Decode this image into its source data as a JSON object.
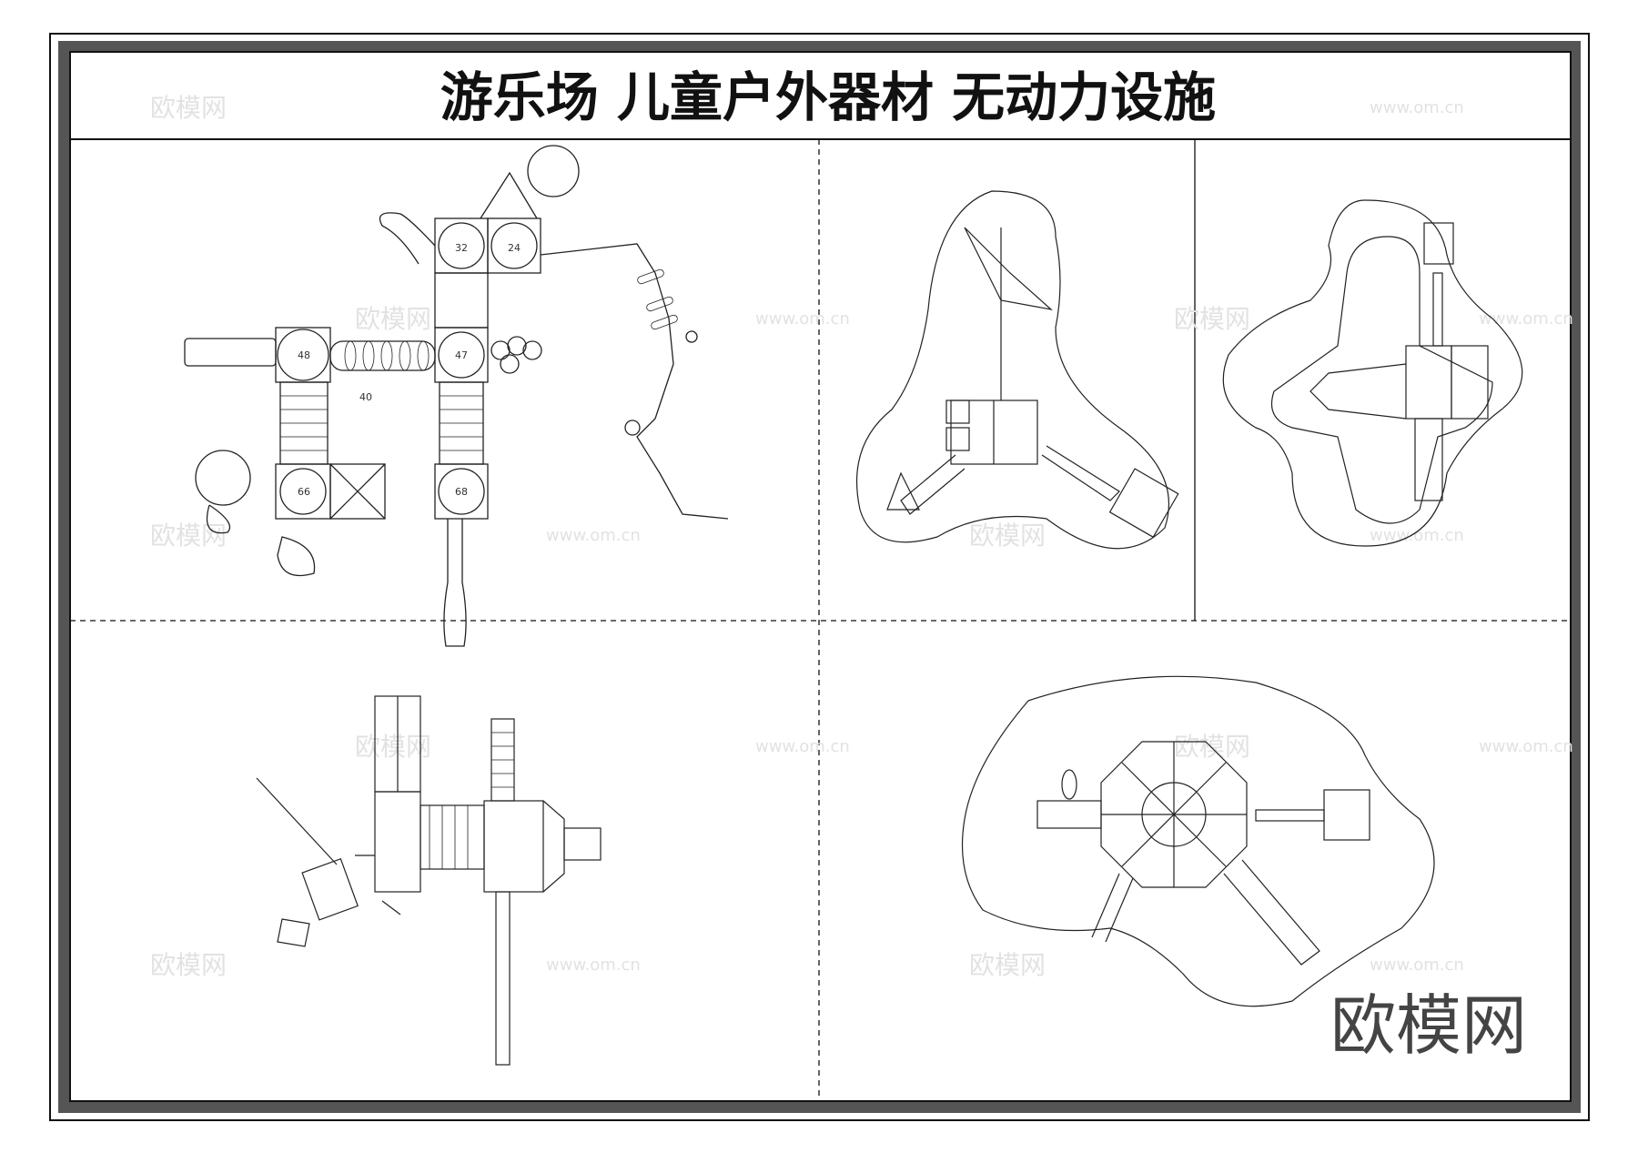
{
  "sheet_title": "游乐场  儿童户外器材  无动力设施",
  "watermark": {
    "cn": "欧模网",
    "url": "www.om.cn"
  },
  "brand_logo": "欧模网",
  "plan_labels": [
    "32",
    "24",
    "48",
    "47",
    "40",
    "66",
    "68"
  ]
}
